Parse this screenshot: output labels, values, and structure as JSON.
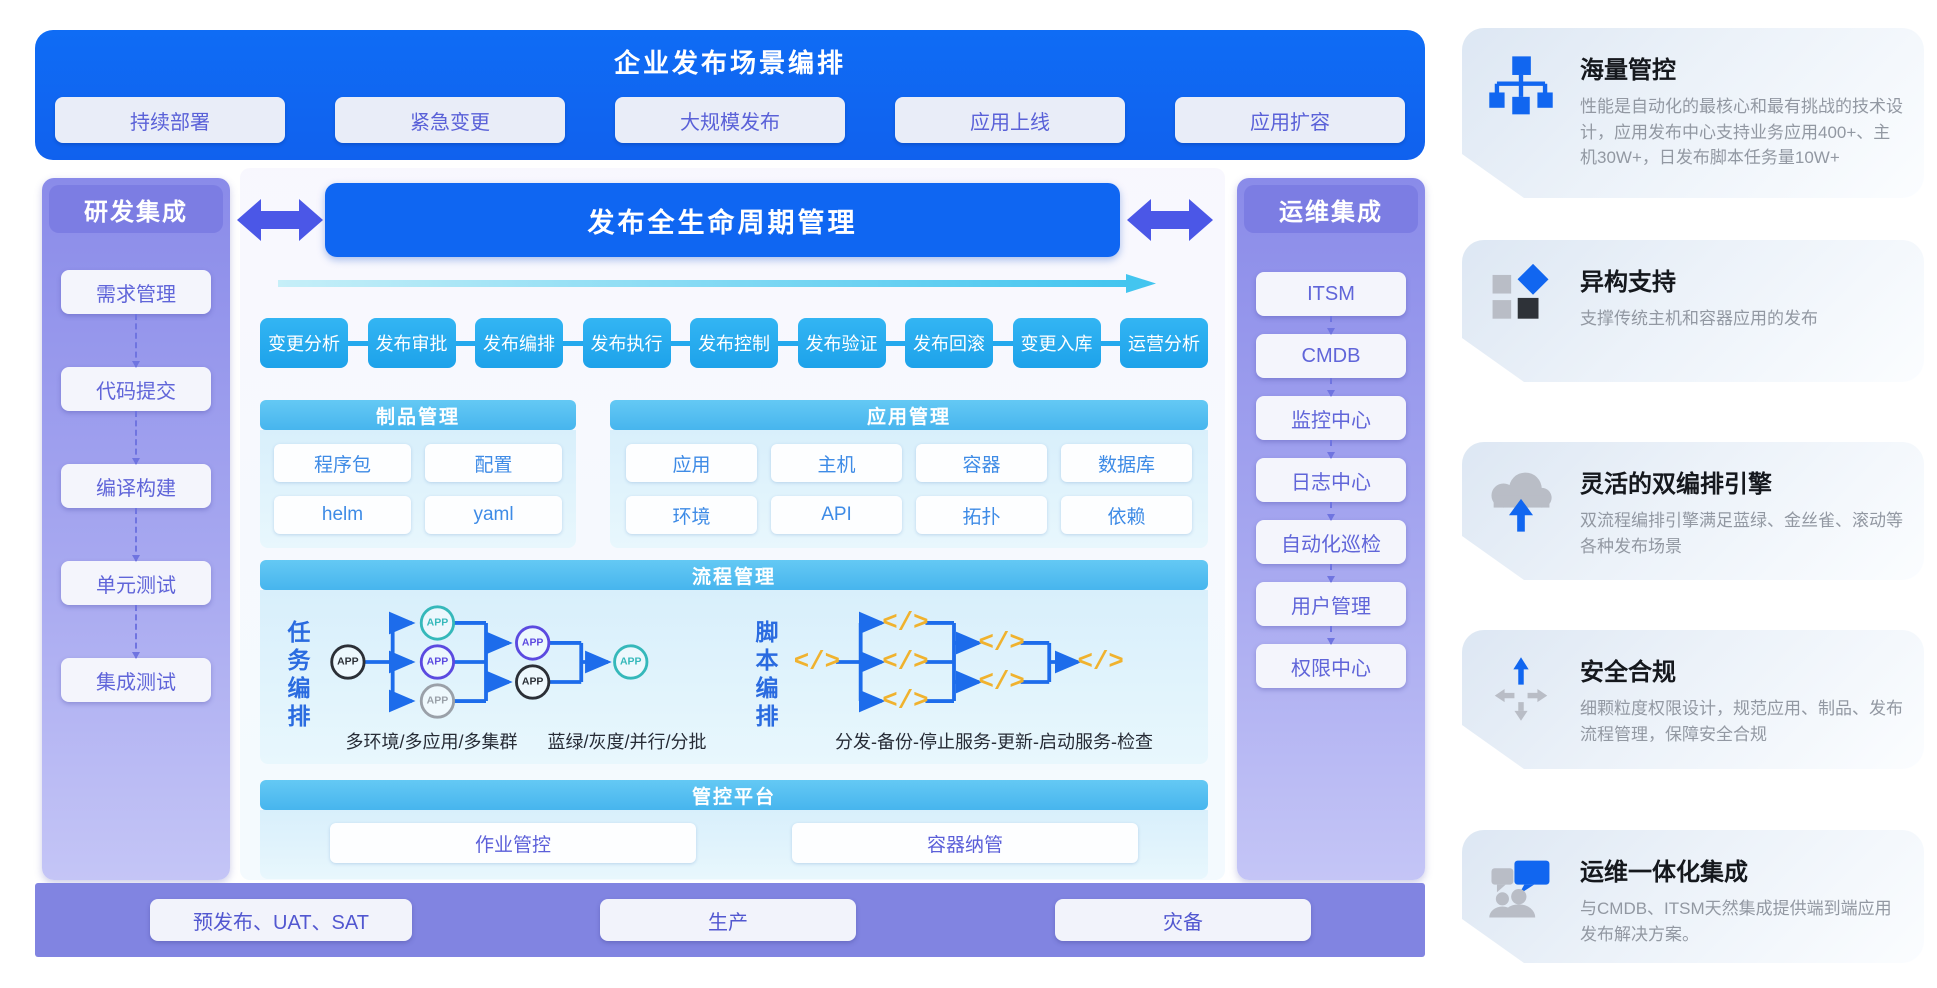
{
  "banner": {
    "title": "企业发布场景编排",
    "buttons": [
      "持续部署",
      "紧急变更",
      "大规模发布",
      "应用上线",
      "应用扩容"
    ]
  },
  "dev_integration": {
    "title": "研发集成",
    "items": [
      "需求管理",
      "代码提交",
      "编译构建",
      "单元测试",
      "集成测试"
    ]
  },
  "ops_integration": {
    "title": "运维集成",
    "items": [
      "ITSM",
      "CMDB",
      "监控中心",
      "日志中心",
      "自动化巡检",
      "用户管理",
      "权限中心"
    ]
  },
  "lifecycle": {
    "title": "发布全生命周期管理",
    "steps": [
      "变更分析",
      "发布审批",
      "发布编排",
      "发布执行",
      "发布控制",
      "发布验证",
      "发布回滚",
      "变更入库",
      "运营分析"
    ]
  },
  "product_mgmt": {
    "title": "制品管理",
    "items": [
      "程序包",
      "配置",
      "helm",
      "yaml"
    ]
  },
  "app_mgmt": {
    "title": "应用管理",
    "items": [
      "应用",
      "主机",
      "容器",
      "数据库",
      "环境",
      "API",
      "拓扑",
      "依赖"
    ]
  },
  "process_mgmt": {
    "title": "流程管理",
    "task_orchestration": {
      "label": "任务编排",
      "node": "APP",
      "captions": [
        "多环境/多应用/多集群",
        "蓝绿/灰度/并行/分批"
      ]
    },
    "script_orchestration": {
      "label": "脚本编排",
      "node": "</>",
      "caption": "分发-备份-停止服务-更新-启动服务-检查"
    }
  },
  "platform": {
    "title": "管控平台",
    "items": [
      "作业管控",
      "容器纳管"
    ]
  },
  "environments": {
    "items": [
      "预发布、UAT、SAT",
      "生产",
      "灾备"
    ]
  },
  "features": [
    {
      "icon": "hierarchy-icon",
      "title": "海量管控",
      "desc": "性能是自动化的最核心和最有挑战的技术设计，应用发布中心支持业务应用400+、主机30W+，日发布脚本任务量10W+"
    },
    {
      "icon": "blocks-icon",
      "title": "异构支持",
      "desc": "支撑传统主机和容器应用的发布"
    },
    {
      "icon": "cloud-upload-icon",
      "title": "灵活的双编排引擎",
      "desc": "双流程编排引擎满足蓝绿、金丝雀、滚动等各种发布场景"
    },
    {
      "icon": "expand-arrows-icon",
      "title": "安全合规",
      "desc": "细颗粒度权限设计，规范应用、制品、发布流程管理，保障安全合规"
    },
    {
      "icon": "chat-users-icon",
      "title": "运维一体化集成",
      "desc": "与CMDB、ITSM天然集成提供端到端应用发布解决方案。"
    }
  ],
  "colors": {
    "primary_blue": "#0f66f2",
    "pipeline_cyan": "#24a9ee",
    "section_sky": "#55c0f0",
    "sidebar_purple": "#8a8be9",
    "env_purple": "#8184e1",
    "node_teal": "#35b8ba",
    "node_purple": "#5b4ae0",
    "code_yellow": "#f0b22e",
    "arrow_indigo": "#4b57e7"
  }
}
